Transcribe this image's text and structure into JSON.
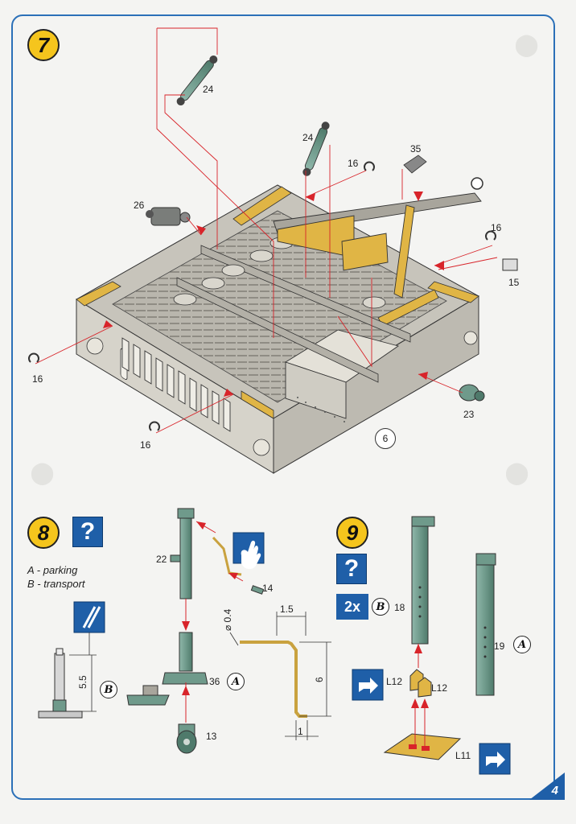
{
  "page": {
    "number": "4"
  },
  "step7": {
    "number": "7",
    "callouts": {
      "p24a": "24",
      "p24b": "24",
      "p35": "35",
      "p16a": "16",
      "p16b": "16",
      "p16c": "16",
      "p16d": "16",
      "p26": "26",
      "p15": "15",
      "p23": "23",
      "p6": "6"
    }
  },
  "step8": {
    "number": "8",
    "help_symbol": "?",
    "legend": {
      "a": "A - parking",
      "b": "B - transport"
    },
    "callouts": {
      "p22": "22",
      "p14": "14",
      "p36": "36",
      "p13": "13",
      "letter_a": "A",
      "letter_b": "B"
    },
    "dimensions": {
      "d04": "⌀ 0.4",
      "d15": "1.5",
      "d6": "6",
      "d1": "1",
      "d55": "5.5"
    }
  },
  "step9": {
    "number": "9",
    "help_symbol": "?",
    "multiplier": "2x",
    "callouts": {
      "p18": "18",
      "p19": "19",
      "l12a": "L12",
      "l12b": "L12",
      "l11": "L11",
      "letter_b": "B",
      "letter_a": "A"
    }
  },
  "colors": {
    "frame": "#2b70b8",
    "badge": "#f5c51d",
    "blue_box": "#1f5fa8",
    "part_teal": "#6f9a8b",
    "part_yellow": "#e0b545",
    "guide_red": "#d8242a"
  }
}
